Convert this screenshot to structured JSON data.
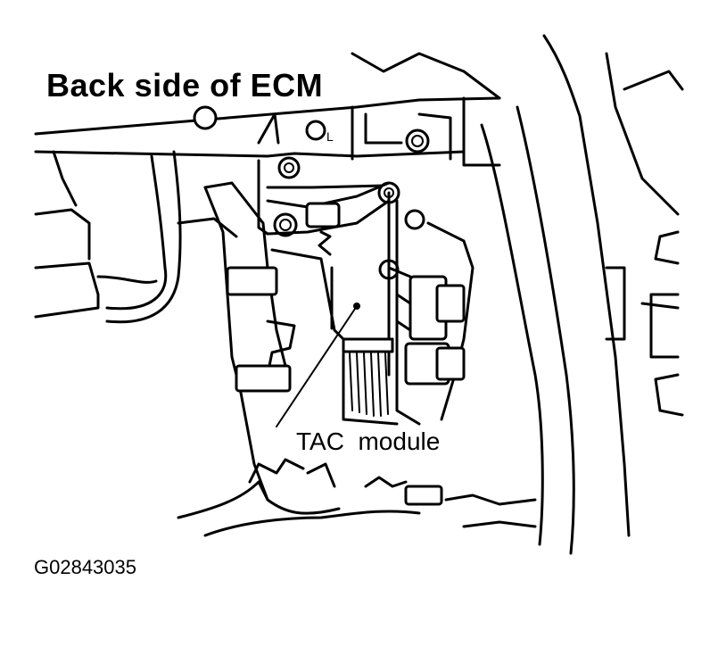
{
  "labels": {
    "heading": "Back side of ECM",
    "callout": "TAC  module",
    "figure_code": "G02843035",
    "ecm_mark": "L"
  },
  "colors": {
    "ink": "#000000",
    "paper": "#ffffff"
  }
}
